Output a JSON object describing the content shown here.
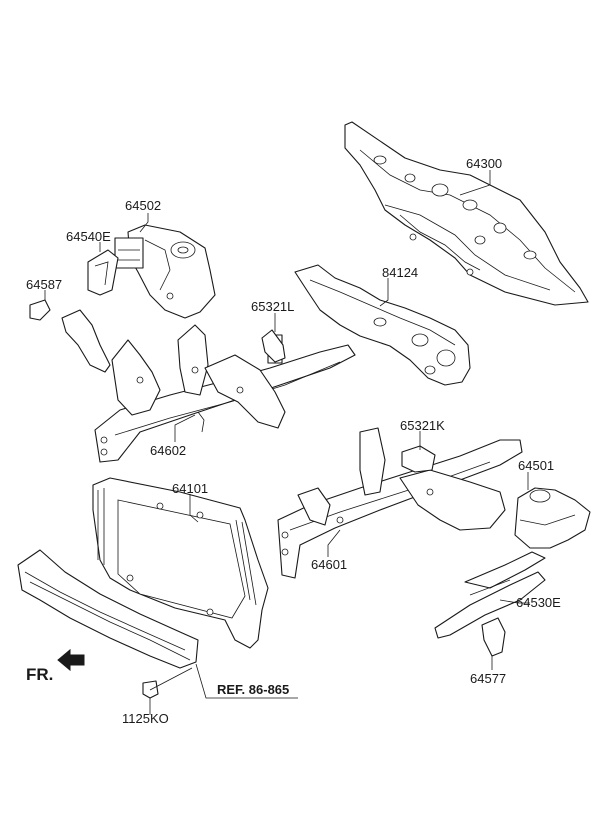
{
  "labels": {
    "p64300": "64300",
    "p64502": "64502",
    "p64540E": "64540E",
    "p84124": "84124",
    "p64587": "64587",
    "p65321L": "65321L",
    "p65321K": "65321K",
    "p64602": "64602",
    "p64501": "64501",
    "p64101": "64101",
    "p64601": "64601",
    "p64530E": "64530E",
    "p64577": "64577",
    "p1125KO": "1125KO",
    "ref": "REF. 86-865",
    "fr": "FR."
  }
}
